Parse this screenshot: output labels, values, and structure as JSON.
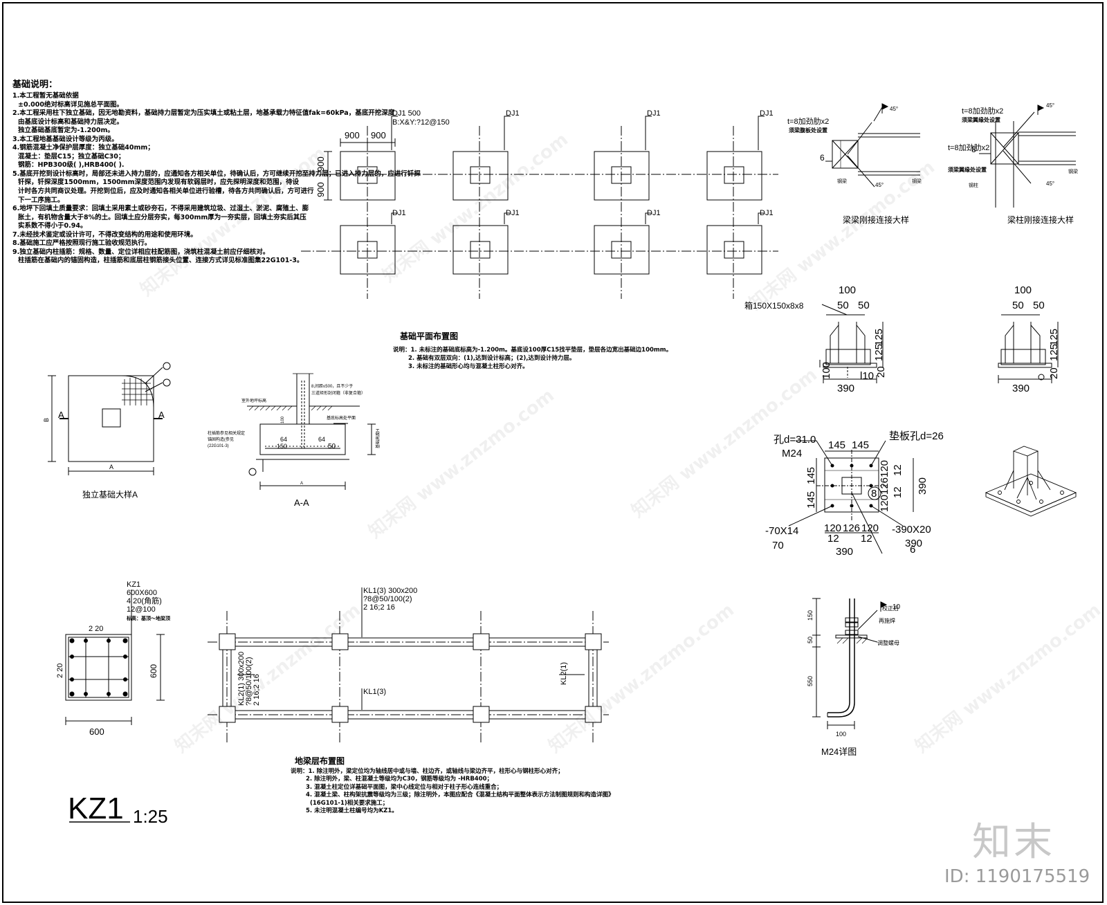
{
  "notes": {
    "title": "基础说明：",
    "lines": [
      "1.本工程暂无基础依据",
      "±0.000绝对标高详见施总平面图。",
      "2.本工程采用柱下独立基础，因无地勘资料，基础持力层暂定为压实填土或粘土层，地基承载力特征值fak=60kPa，基底开挖深度",
      "由基底设计标高和基础持力层决定。",
      "独立基础基底暂定为-1.200m。",
      "3.本工程地基基础设计等级为丙级。",
      "4.钢筋混凝土净保护层厚度：独立基础40mm；",
      "混凝土：垫层C15；独立基础C30；",
      "钢筋：HPB300级( ),HRB400( ).",
      "5.基底开挖到设计标高时，局部还未进入持力层的，应通知各方相关单位，待确认后，方可继续开挖至持力层；已进入持力层的，应进行钎探",
      "钎探，钎探深度1500mm，1500mm深度范围内发现有软弱层时，应先探明深度和范围，待设",
      "计时各方共同商议处理。开挖到位后，应及时通知各相关单位进行验槽，待各方共同确认后，方可进行",
      "下一工序施工。",
      "6.地坪下回填土质量要求：回填土采用素土或砂夯石，不得采用建筑垃圾、过湿土、淤泥、腐殖土、膨",
      "胀土，有机物含量大于8%的土。回填土应分层夯实，每300mm厚为一夯实层，回填土夯实后其压",
      "实系数不得小于0.94。",
      "7.未经技术鉴定或设计许可，不得改变结构的用途和使用环境。",
      "8.基础施工应严格按照现行施工验收规范执行。",
      "9.独立基础内柱插筋：规格、数量、定位详相应柱配筋图，浇筑柱混凝土前应仔细核对。",
      "柱插筋在基础内的锚固构造，柱插筋和底层柱钢筋接头位置、连接方式详见标准图集22G101-3。"
    ]
  },
  "foundation_plan": {
    "title": "基础平面布置图",
    "dj_label": "DJ1",
    "dj_first_label": "DJ1 500",
    "dj_first_rebar": "B:X&Y:?12@150",
    "dim_a": "900",
    "dim_b": "900",
    "dim_v1": "900",
    "dim_v2": "900",
    "notes": [
      "说明：1. 未标注的基础底标高为-1.200m。基底设100厚C15找平垫层，垫层各边宽出基础边100mm。",
      "2. 基础有双层双向：(1),达到设计标高；(2),达到设计持力层。",
      "3. 未标注的基础形心均与混凝土柱形心对齐。"
    ]
  },
  "detail_a": {
    "title": "独立基础大样A",
    "label_a_left": "A",
    "label_a_right": "A",
    "label_b": "B",
    "label_bottom": "A"
  },
  "section_aa": {
    "title": "A-A",
    "n1": "室外地坪标高",
    "n2": "8,间距≤500，且不少于",
    "n3": "三道矩形封闭箍（非复合箍）",
    "n4": "柱插筋参见相关规定",
    "n5": "锚固构造(参见",
    "n6": "(22G101-3)",
    "n7": "基底标高处平面",
    "n8": "基础高度H",
    "d1": "100",
    "d2": "150",
    "d3": "64",
    "d4": "64",
    "d5": "50",
    "dim_bottom": "A"
  },
  "beam_beam": {
    "title": "梁梁刚接连接大样",
    "t1": "t=8加劲肋x2",
    "t2": "须梁腹板处设置",
    "w1": "6",
    "a1": "45°",
    "a2": "45°",
    "s1": "钢梁",
    "s2": "钢梁"
  },
  "beam_col": {
    "title": "梁柱刚接连接大样",
    "t1": "t=8加劲肋x2",
    "t2": "须梁翼缘处设置",
    "t3": "t=8加劲肋x2",
    "t4": "须梁翼缘处设置",
    "w1": "8",
    "a1": "45°",
    "a2": "45°",
    "s1": "钢柱",
    "s2": "钢梁"
  },
  "base_elev": {
    "label": "箱150X150x8x8",
    "d100": "100",
    "d50a": "50",
    "d50b": "50",
    "d125a": "125",
    "d125b": "125",
    "d100v": "100",
    "d20": "20",
    "d390": "390",
    "d110": "l10",
    "r_d100": "100",
    "r_d50a": "50",
    "r_d50b": "50",
    "r_d125a": "125",
    "r_d125b": "125",
    "r_d390": "390",
    "r_d20": "20"
  },
  "base_plan": {
    "hole": "孔d=31.0",
    "bolt": "M24",
    "pad": "垫板孔d=26",
    "top_a": "145",
    "top_b": "145",
    "left_a": "145",
    "left_b": "145",
    "r1": "120",
    "r2": "126",
    "r3": "120",
    "r4": "12",
    "r5": "12",
    "r390": "390",
    "b1": "120",
    "b2": "126",
    "b3": "120",
    "b4": "12",
    "b5": "12",
    "b390": "390",
    "circle": "8",
    "pl1": "-70X14",
    "pl1b": "70",
    "pl2": "-390X20",
    "pl2b": "390",
    "weld": "6"
  },
  "anchor": {
    "title": "M24详图",
    "note1": "校正后",
    "note2": "再施焊",
    "note3": "调整螺母",
    "d150": "150",
    "d50": "50",
    "d550": "550",
    "d100": "100",
    "w10": "10"
  },
  "kz1": {
    "l1": "KZ1",
    "l2": "600X600",
    "l3": "4 20(角筋)",
    "l4": "12@100",
    "l5": "标高：基顶～地梁顶",
    "top": "2 20",
    "left": "2 20",
    "right": "600",
    "bottom": "600",
    "big": "KZ1",
    "scale": "1:25"
  },
  "ground_beam": {
    "title": "地梁层布置图",
    "kl1_top1": "KL1(3) 300x200",
    "kl1_top2": "?8@50/100(2)",
    "kl1_top3": "2 16;2 16",
    "kl1_mid": "KL1(3)",
    "kl2_left1": "KL2(1) 300x200",
    "kl2_left2": "?8@50/100(2)",
    "kl2_left3": "2 16;2 16",
    "kl2_right": "KL2(1)",
    "notes": [
      "说明：1. 除注明外，梁定位均为轴线居中或与墙、柱边齐，或轴线与梁边齐平，柱形心与钢柱形心对齐；",
      "2. 除注明外，梁、柱混凝土等级均为C30，钢筋等级均为 -HRB400；",
      "3. 混凝土柱定位详基础平面图，梁中心线定位与相对于柱子形心连线重合；",
      "4. 混凝土梁、柱构架抗震等级均为三级；除注明外，本图应配合《混凝土结构平面整体表示方法制图规则和构造详图》",
      "(16G101-1)相关要求施工；",
      "5. 未注明混凝土柱编号均为KZ1。"
    ]
  },
  "watermark": {
    "logo": "知末",
    "id": "ID: 1190175519",
    "site": "知末网 www.znzmo.com"
  }
}
